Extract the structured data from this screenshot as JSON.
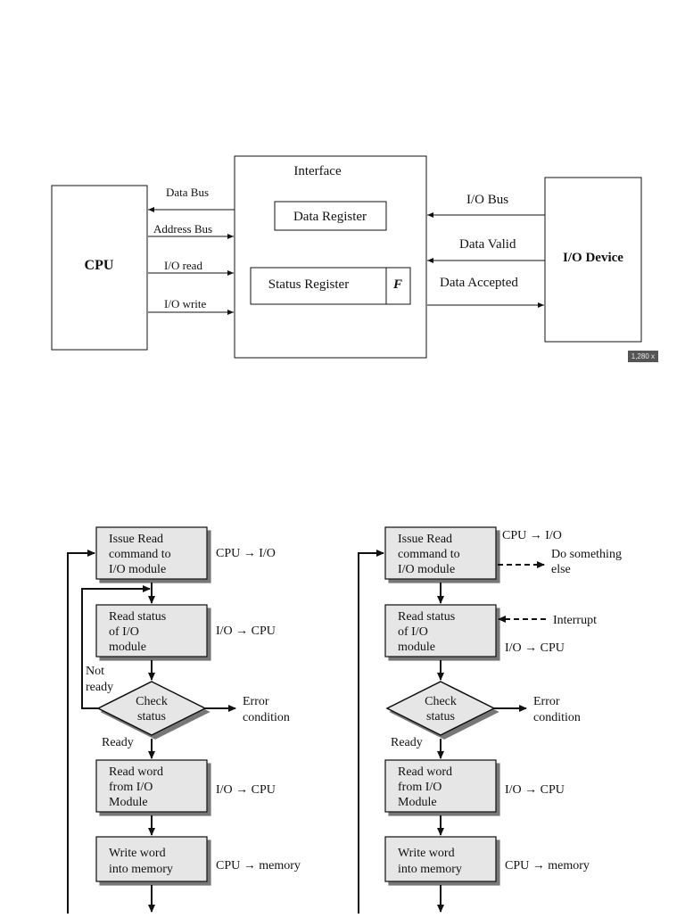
{
  "top": {
    "cpu": "CPU",
    "interface_title": "Interface",
    "data_register": "Data Register",
    "status_register": "Status Register",
    "flag": "F",
    "io_device": "I/O Device",
    "data_bus": "Data Bus",
    "address_bus": "Address Bus",
    "io_read": "I/O read",
    "io_write": "I/O write",
    "io_bus": "I/O Bus",
    "data_valid": "Data Valid",
    "data_accepted": "Data Accepted",
    "size_badge": "1,280 x"
  },
  "left_flow": {
    "issue_read": [
      "Issue Read",
      "command to",
      "I/O module"
    ],
    "issue_read_note": "CPU → I/O",
    "read_status": [
      "Read status",
      "of I/O",
      "module"
    ],
    "read_status_note": "I/O → CPU",
    "check_status": [
      "Check",
      "status"
    ],
    "not_ready": [
      "Not",
      "ready"
    ],
    "error": [
      "Error",
      "condition"
    ],
    "ready": "Ready",
    "read_word": [
      "Read word",
      "from I/O",
      "Module"
    ],
    "read_word_note": "I/O → CPU",
    "write_word": [
      "Write word",
      "into memory"
    ],
    "write_word_note": "CPU → memory"
  },
  "right_flow": {
    "issue_read": [
      "Issue Read",
      "command to",
      "I/O module"
    ],
    "issue_read_note": "CPU → I/O",
    "do_something": [
      "Do something",
      "else"
    ],
    "read_status": [
      "Read status",
      "of I/O",
      "module"
    ],
    "interrupt": "Interrupt",
    "read_status_note": "I/O → CPU",
    "check_status": [
      "Check",
      "status"
    ],
    "error": [
      "Error",
      "condition"
    ],
    "ready": "Ready",
    "read_word": [
      "Read word",
      "from I/O",
      "Module"
    ],
    "read_word_note": "I/O → CPU",
    "write_word": [
      "Write word",
      "into memory"
    ],
    "write_word_note": "CPU → memory"
  }
}
